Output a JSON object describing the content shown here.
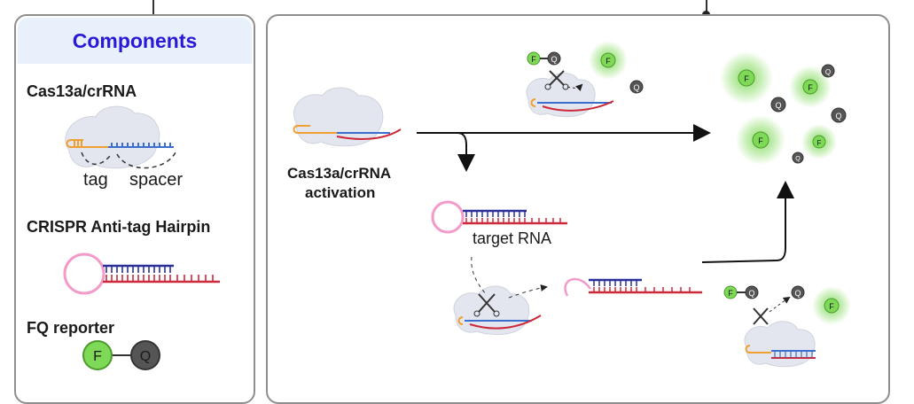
{
  "components": {
    "title": "Components",
    "cas13a_label": "Cas13a/crRNA",
    "tag_label": "tag",
    "spacer_label": "spacer",
    "hairpin_label": "CRISPR Anti-tag Hairpin",
    "reporter_label": "FQ reporter",
    "f_letter": "F",
    "q_letter": "Q"
  },
  "workflow": {
    "activation_label_line1": "Cas13a/crRNA",
    "activation_label_line2": "activation",
    "target_label": "target RNA"
  },
  "colors": {
    "protein": "#e3e6ee",
    "crRNA_orange": "#f0a030",
    "crRNA_blue": "#3a6fcf",
    "target_red": "#cc2a3a",
    "hairpin_blue": "#2b2f9a",
    "hairpin_loop": "#f49ac8",
    "fluor_green": "#7ed957",
    "quencher_gray": "#555555"
  }
}
